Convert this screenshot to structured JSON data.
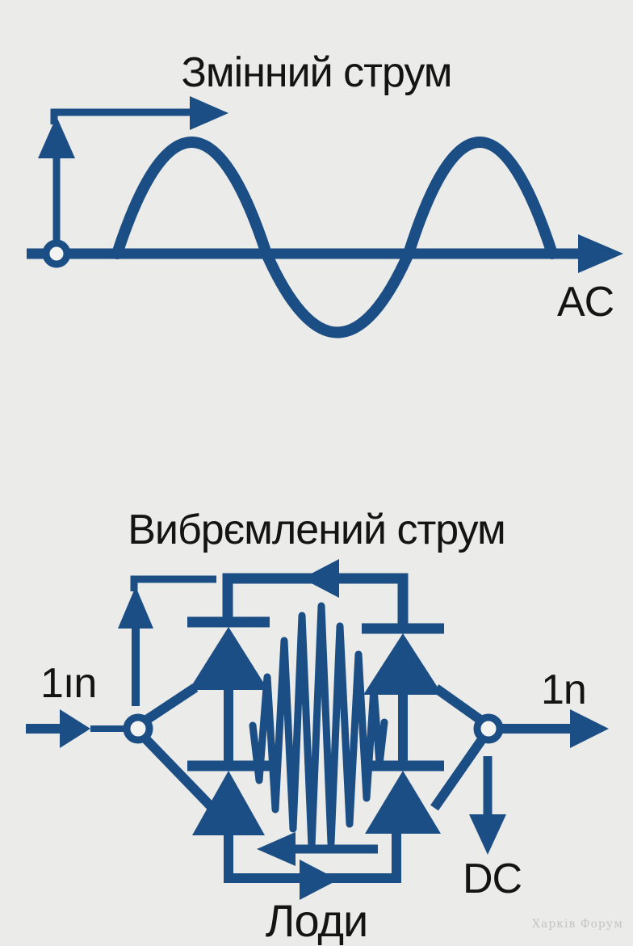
{
  "colors": {
    "background": "#ebebe9",
    "accent": "#1a4e84",
    "text": "#141414",
    "node_fill": "#f3f3f2",
    "watermark": "#c5c5c5"
  },
  "ac_diagram": {
    "title": "Змінний струм",
    "axis_label": "AC",
    "waveform": "sine",
    "cycles_shown": 1.5
  },
  "rectifier_diagram": {
    "title": "Вибрємлений струм",
    "input_label": "1ın",
    "output_label": "1n",
    "dc_label": "DC",
    "diodes_label": "Лоди",
    "diode_count": 4,
    "topology": "bridge-rectifier"
  },
  "watermark": "Харків Форум"
}
